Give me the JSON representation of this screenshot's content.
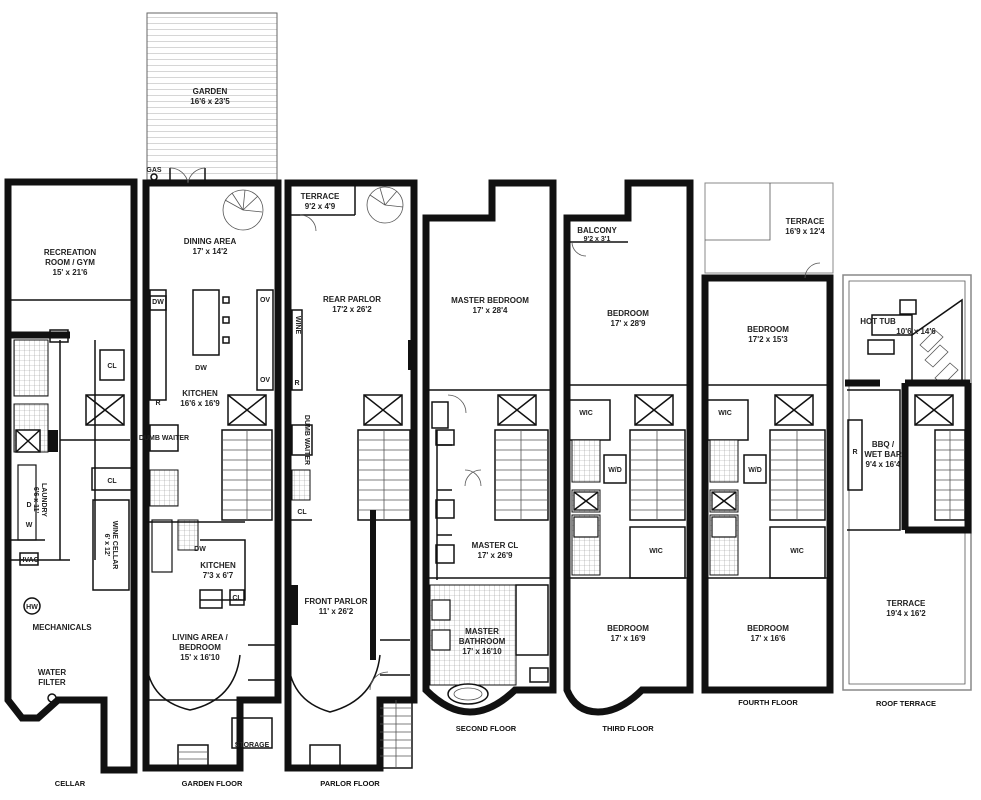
{
  "floors": [
    {
      "id": "cellar",
      "name": "CELLAR",
      "rooms": [
        {
          "id": "rec",
          "name": "RECREATION",
          "name2": "ROOM / GYM",
          "size": "15' x 21'6"
        },
        {
          "id": "laundry",
          "name": "LAUNDRY",
          "size": "6'6 x 11'"
        },
        {
          "id": "wine",
          "name": "WINE CELLAR",
          "size": "6' x 12'"
        },
        {
          "id": "mech",
          "name": "MECHANICALS"
        },
        {
          "id": "water",
          "name": "WATER",
          "name2": "FILTER"
        }
      ],
      "labels": {
        "cl1": "CL",
        "cl2": "CL",
        "hvac": "HVAC",
        "hw": "HW",
        "d": "D",
        "w": "W"
      }
    },
    {
      "id": "garden",
      "name": "GARDEN FLOOR",
      "rooms": [
        {
          "id": "garden",
          "name": "GARDEN",
          "size": "16'6 x 23'5"
        },
        {
          "id": "dining",
          "name": "DINING AREA",
          "size": "17' x 14'2"
        },
        {
          "id": "kitchen",
          "name": "KITCHEN",
          "size": "16'6 x 16'9"
        },
        {
          "id": "kitchen2",
          "name": "KITCHEN",
          "size": "7'3 x 6'7"
        },
        {
          "id": "living",
          "name": "LIVING AREA /",
          "name2": "BEDROOM",
          "size": "15' x 16'10"
        },
        {
          "id": "storage",
          "name": "STORAGE"
        }
      ],
      "labels": {
        "gas": "GAS",
        "dw": "DW",
        "ov": "OV",
        "dw2": "DW",
        "ov2": "OV",
        "r": "R",
        "dumb": "DUMB WAITER",
        "dw3": "DW",
        "cl": "CL"
      }
    },
    {
      "id": "parlor",
      "name": "PARLOR FLOOR",
      "rooms": [
        {
          "id": "terrace",
          "name": "TERRACE",
          "size": "9'2 x 4'9"
        },
        {
          "id": "rear",
          "name": "REAR PARLOR",
          "size": "17'2 x 26'2"
        },
        {
          "id": "front",
          "name": "FRONT PARLOR",
          "size": "11' x 26'2"
        }
      ],
      "labels": {
        "wine": "WINE",
        "r": "R",
        "dumb": "DUMB WAITER",
        "cl": "CL"
      }
    },
    {
      "id": "second",
      "name": "SECOND FLOOR",
      "rooms": [
        {
          "id": "master",
          "name": "MASTER BEDROOM",
          "size": "17' x 28'4"
        },
        {
          "id": "mcl",
          "name": "MASTER CL",
          "size": "17' x 26'9"
        },
        {
          "id": "mbath",
          "name": "MASTER",
          "name2": "BATHROOM",
          "size": "17' x 16'10"
        }
      ]
    },
    {
      "id": "third",
      "name": "THIRD FLOOR",
      "rooms": [
        {
          "id": "balcony",
          "name": "BALCONY",
          "size": "9'2 x 3'1"
        },
        {
          "id": "bed1",
          "name": "BEDROOM",
          "size": "17' x 28'9"
        },
        {
          "id": "bed2",
          "name": "BEDROOM",
          "size": "17' x 16'9"
        }
      ],
      "labels": {
        "wic1": "WIC",
        "wic2": "WIC",
        "wd": "W/D"
      }
    },
    {
      "id": "fourth",
      "name": "FOURTH FLOOR",
      "rooms": [
        {
          "id": "terrace",
          "name": "TERRACE",
          "size": "16'9 x 12'4"
        },
        {
          "id": "bed1",
          "name": "BEDROOM",
          "size": "17'2 x 15'3"
        },
        {
          "id": "bed2",
          "name": "BEDROOM",
          "size": "17' x 16'6"
        }
      ],
      "labels": {
        "wic1": "WIC",
        "wic2": "WIC",
        "wd": "W/D"
      }
    },
    {
      "id": "roof",
      "name": "ROOF TERRACE",
      "rooms": [
        {
          "id": "hottub",
          "name": "HOT TUB",
          "size": "10'6 x 14'6"
        },
        {
          "id": "bbq",
          "name": "BBQ /",
          "name2": "WET BAR",
          "size": "9'4 x 16'4"
        },
        {
          "id": "terrace",
          "name": "TERRACE",
          "size": "19'4 x 16'2"
        }
      ],
      "labels": {
        "r": "R"
      }
    }
  ]
}
